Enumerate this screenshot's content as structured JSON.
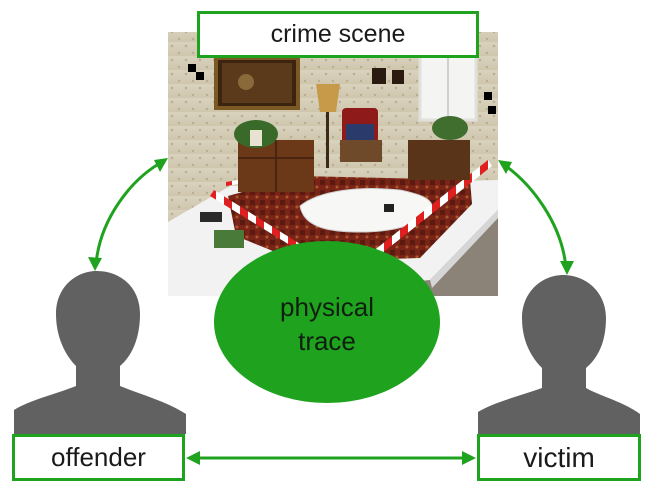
{
  "labels": {
    "crime_scene": "crime scene",
    "physical_trace_line1": "physical",
    "physical_trace_line2": "trace",
    "offender": "offender",
    "victim": "victim"
  },
  "colors": {
    "accent_green": "#1fa31f",
    "trace_fill": "#1fa31f",
    "silhouette": "#616161"
  },
  "icons": [
    "person-silhouette-icon",
    "double-arrow-icon"
  ]
}
